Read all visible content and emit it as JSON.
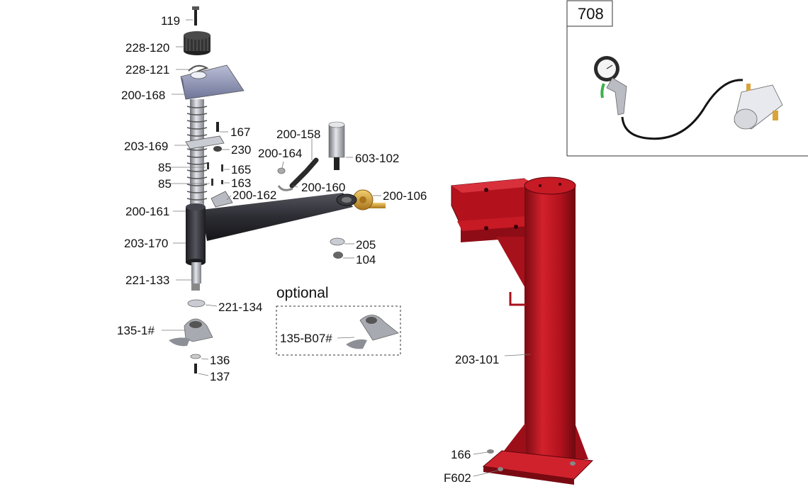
{
  "labels": {
    "p119": "119",
    "p228_120": "228-120",
    "p228_121": "228-121",
    "p200_168": "200-168",
    "p167": "167",
    "p203_169": "203-169",
    "p230": "230",
    "p200_158": "200-158",
    "p200_164": "200-164",
    "p603_102": "603-102",
    "p85a": "85",
    "p165": "165",
    "p85b": "85",
    "p163": "163",
    "p200_162": "200-162",
    "p200_160": "200-160",
    "p200_106": "200-106",
    "p200_161": "200-161",
    "p203_170": "203-170",
    "p205": "205",
    "p104": "104",
    "p221_133": "221-133",
    "p221_134": "221-134",
    "p135_1": "135-1#",
    "p136": "136",
    "p137": "137",
    "p135_b07": "135-B07#",
    "p203_101": "203-101",
    "p166": "166",
    "pf602": "F602"
  },
  "optional_title": "optional",
  "inset_number": "708",
  "colors": {
    "column_red": "#c0141f",
    "column_red_dark": "#7a0a12",
    "arm_dark": "#2c2c33",
    "steel": "#b9bcc2",
    "steel_dark": "#6d7078",
    "brass": "#d9a43a",
    "cover_blue": "#8c92b4",
    "hose": "#141414",
    "trigger_green": "#38b24a"
  }
}
